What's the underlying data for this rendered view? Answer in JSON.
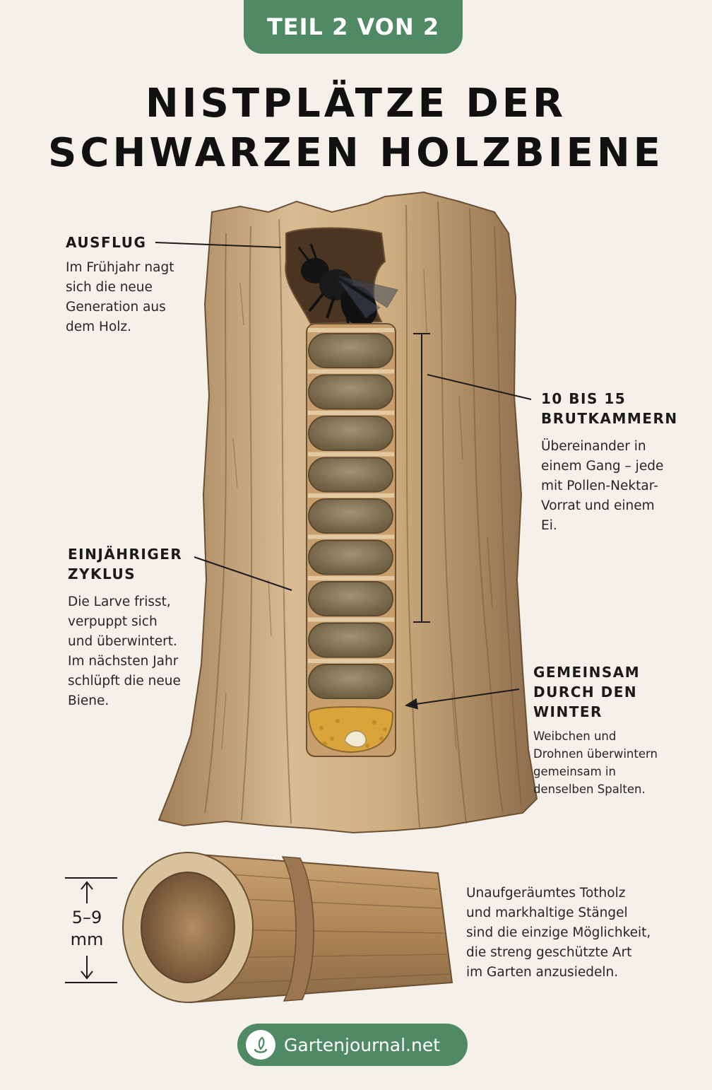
{
  "badge": {
    "label": "TEIL 2 VON 2"
  },
  "title": {
    "line1": "NISTPLÄTZE DER",
    "line2": "SCHWARZEN HOLZBIENE"
  },
  "callouts": {
    "ausflug": {
      "heading": "AUSFLUG",
      "body": "Im Frühjahr nagt\nsich die neue\nGeneration aus\ndem Holz."
    },
    "brutkammern": {
      "heading": "10 BIS 15\nBRUTKAMMERN",
      "body": "Übereinander in\neinem Gang – jede\nmit Pollen-Nektar-\nVorrat und einem\nEi."
    },
    "zyklus": {
      "heading": "EINJÄHRIGER\nZYKLUS",
      "body": "Die Larve frisst,\nverpuppt sich\nund überwintert.\nIm nächsten Jahr\nschlüpft die neue\nBiene."
    },
    "winter": {
      "heading": "GEMEINSAM\nDURCH DEN\nWINTER",
      "body": "Weibchen und\nDrohnen überwintern\ngemeinsam in\ndenselben Spalten."
    }
  },
  "stem": {
    "dimension_label": "5–9\nmm",
    "caption": "Unaufgeräumtes Totholz\nund markhaltige Stängel\nsind die einzige Möglichkeit,\ndie streng geschützte Art\nim Garten anzusiedeln."
  },
  "footer": {
    "label": "Gartenjournal.net",
    "icon": "garden-leaf-icon"
  },
  "colors": {
    "accent": "#4f8a64",
    "background": "#f5f1ea",
    "wood_light": "#d8b98d",
    "wood_dark": "#8a6a48",
    "cocoon": "#8b7a5c",
    "pollen": "#d9a43a",
    "bee": "#141414"
  }
}
